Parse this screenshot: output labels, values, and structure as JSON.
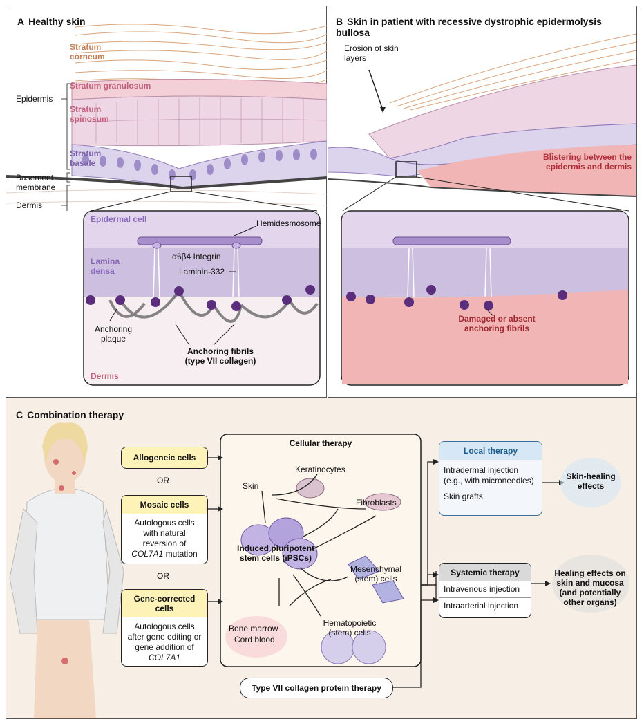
{
  "panel_a": {
    "letter": "A",
    "title": "Healthy skin",
    "layers": {
      "stratum_corneum": "Stratum corneum",
      "stratum_granulosum": "Stratum granulosum",
      "stratum_spinosum": "Stratum spinosum",
      "stratum_basale": "Stratum basale"
    },
    "side_labels": {
      "epidermis": "Epidermis",
      "basement_membrane": "Basement membrane",
      "dermis": "Dermis"
    },
    "inset": {
      "epidermal_cell": "Epidermal cell",
      "hemidesmosome": "Hemidesmosome",
      "integrin": "α6β4 Integrin",
      "lamina_densa": "Lamina densa",
      "laminin": "Laminin-332",
      "anchoring_plaque": "Anchoring plaque",
      "anchoring_fibrils": "Anchoring fibrils (type VII collagen)",
      "dermis": "Dermis"
    }
  },
  "panel_b": {
    "letter": "B",
    "title": "Skin in patient with recessive dystrophic epidermolysis bullosa",
    "erosion": "Erosion of skin layers",
    "blistering": "Blistering between the epidermis and dermis",
    "inset": {
      "damaged": "Damaged or absent anchoring fibrils"
    }
  },
  "panel_c": {
    "letter": "C",
    "title": "Combination therapy",
    "or_label": "OR",
    "allogeneic": {
      "title": "Allogeneic cells"
    },
    "mosaic": {
      "title": "Mosaic cells",
      "body_pre": "Autologous cells with natural reversion of",
      "gene": "COL7A1",
      "body_post": "mutation"
    },
    "gene_corrected": {
      "title": "Gene-corrected cells",
      "body_pre": "Autologous cells after gene editing or gene addition of",
      "gene": "COL7A1"
    },
    "cellular": {
      "title": "Cellular therapy",
      "skin": "Skin",
      "keratinocytes": "Keratinocytes",
      "fibroblasts": "Fibroblasts",
      "ipsc": "Induced pluripotent stem cells (iPSCs)",
      "mesenchymal": "Mesenchymal (stem) cells",
      "hematopoietic": "Hematopoietic (stem) cells",
      "bone_marrow": "Bone marrow",
      "cord_blood": "Cord blood"
    },
    "protein": "Type VII collagen protein therapy",
    "local": {
      "title": "Local therapy",
      "item1": "Intradermal injection (e.g., with microneedles)",
      "item2": "Skin grafts"
    },
    "systemic": {
      "title": "Systemic therapy",
      "item1": "Intravenous injection",
      "item2": "Intraarterial injection"
    },
    "skin_healing": "Skin-healing effects",
    "healing_effects": "Healing effects on skin and mucosa (and potentially other organs)"
  },
  "colors": {
    "layer_label": "#c0607a",
    "basale_label": "#7a62a8",
    "border": "#555555",
    "box_yellow": "#fdf3b8",
    "local_blue": "#d6e8f5",
    "systemic_gray": "#d9d9d9",
    "blister_pink": "#f1b5b5",
    "panel_c_bg": "#f7eee6"
  }
}
